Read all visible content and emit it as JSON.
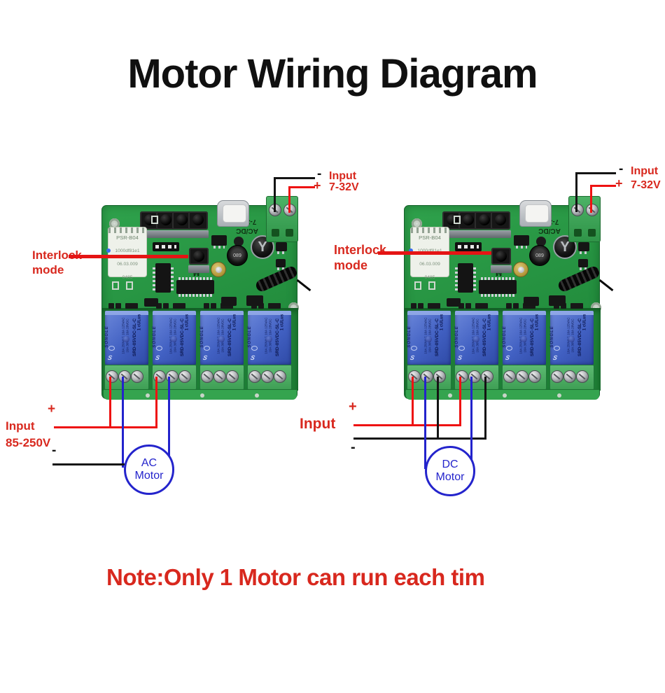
{
  "title": "Motor Wiring Diagram",
  "note": "Note:Only 1 Motor can run each tim",
  "colors": {
    "label_red": "#d8281e",
    "wire_red": "#ee1212",
    "wire_blue": "#2323cc",
    "wire_black": "#141414",
    "pcb_green": "#2aa14b",
    "relay_blue": "#4966c6",
    "motor_blue": "#2424cc"
  },
  "board": {
    "module_lines": [
      "PSR-B04",
      "1000df81e1",
      "06.03.009",
      "0485"
    ],
    "silk_line1": "7-32V",
    "silk_line2": "AC/DC",
    "mode_button_label": "M",
    "inductor_label": "089",
    "capacitor_vent": "Y",
    "relay": {
      "brand": "SONGLE",
      "model": "SRD-05VDC-SL-C",
      "rating_line1": "10A 250VAC 10A 125VAC",
      "rating_line2": "10A 30VDC 10A 28VDC",
      "ul_text": "1 cULus",
      "logo": "S"
    }
  },
  "left_diagram": {
    "interlock_line1": "Interlock",
    "interlock_line2": "mode",
    "top_minus": "-",
    "top_input_label": "Input",
    "top_plus": "+",
    "top_voltage": "7-32V",
    "bottom_plus": "+",
    "bottom_input_label": "Input",
    "bottom_voltage": "85-250V",
    "bottom_minus": "-",
    "motor_line1": "AC",
    "motor_line2": "Motor"
  },
  "right_diagram": {
    "interlock_line1": "Interlock",
    "interlock_line2": "mode",
    "top_minus": "-",
    "top_input_label": "Input",
    "top_plus": "+",
    "top_voltage": "7-32V",
    "bottom_plus": "+",
    "bottom_input_label": "Input",
    "bottom_minus": "-",
    "motor_line1": "DC",
    "motor_line2": "Motor"
  }
}
